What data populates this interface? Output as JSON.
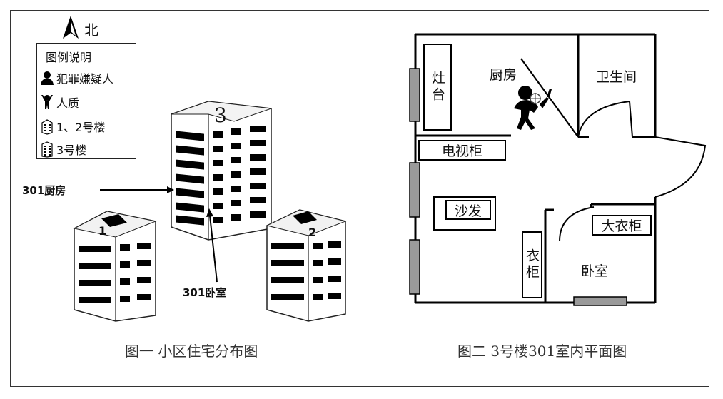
{
  "left_figure": {
    "north_label": "北",
    "legend": {
      "title": "图例说明",
      "items": [
        {
          "icon": "suspect-icon",
          "label": "犯罪嫌疑人"
        },
        {
          "icon": "hostage-icon",
          "label": "人质"
        },
        {
          "icon": "building-small-icon",
          "label": "1、2号楼"
        },
        {
          "icon": "building-tall-icon",
          "label": "3号楼"
        }
      ]
    },
    "building3_number": "3",
    "building1_number": "1",
    "building2_number": "2",
    "kitchen_label": "301厨房",
    "bedroom_label": "301卧室",
    "caption": "图一  小区住宅分布图"
  },
  "right_figure": {
    "rooms": {
      "stove": "灶台",
      "kitchen": "厨房",
      "bathroom": "卫生间",
      "tv_cabinet": "电视柜",
      "sofa": "沙发",
      "wardrobe_small": "衣柜",
      "wardrobe_large": "大衣柜",
      "bedroom": "卧室"
    },
    "caption": "图二  3号楼301室内平面图"
  }
}
